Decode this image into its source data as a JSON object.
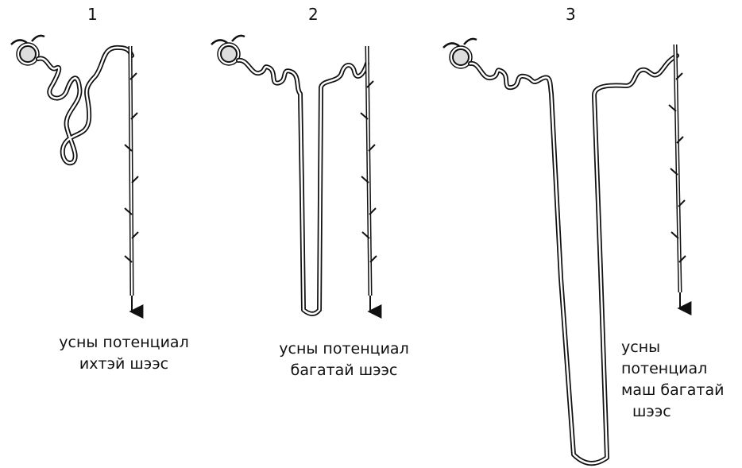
{
  "panels": [
    {
      "number": "1",
      "caption": [
        "усны потенциал",
        "ихтэй шээс"
      ]
    },
    {
      "number": "2",
      "caption": [
        "усны потенциал",
        "багатай шээс"
      ]
    },
    {
      "number": "3",
      "caption": [
        "усны",
        "потенциал",
        "маш багатай",
        "шээс"
      ]
    }
  ],
  "colors": {
    "line": "#1a1a1a",
    "fill": "#ffffff"
  }
}
